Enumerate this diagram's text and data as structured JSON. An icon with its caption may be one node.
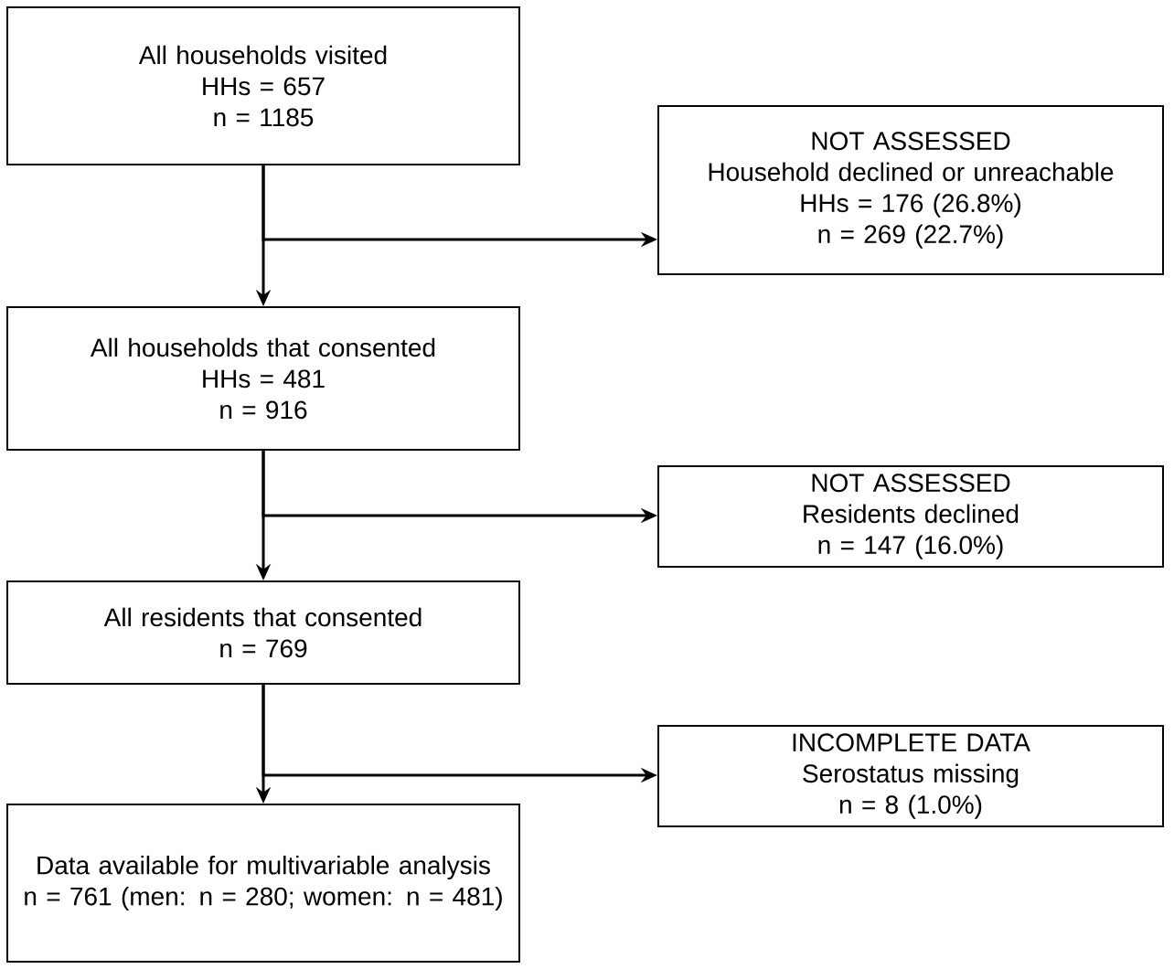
{
  "diagram": {
    "nodes": [
      {
        "text": [
          "All households visited",
          "HHs = 657",
          "n = 1185"
        ]
      },
      {
        "text": [
          "NOT ASSESSED",
          "Household declined or unreachable",
          "HHs = 176 (26.8%)",
          "n = 269 (22.7%)"
        ]
      },
      {
        "text": [
          "All households that consented",
          "HHs = 481",
          "n = 916"
        ]
      },
      {
        "text": [
          "NOT ASSESSED",
          "Residents declined",
          "n = 147 (16.0%)"
        ]
      },
      {
        "text": [
          "All residents that consented",
          "n = 769"
        ]
      },
      {
        "text": [
          "INCOMPLETE DATA",
          "Serostatus missing",
          "n = 8 (1.0%)"
        ]
      },
      {
        "text": [
          "Data available for multivariable analysis",
          "n = 761 (men: n = 280; women: n = 481)"
        ]
      }
    ],
    "edges": [
      {
        "from": 0,
        "to": 2,
        "arrow": "to"
      },
      {
        "from": 0,
        "to": 1,
        "arrow": "to"
      },
      {
        "from": 2,
        "to": 4,
        "arrow": "to"
      },
      {
        "from": 2,
        "to": 3,
        "arrow": "to"
      },
      {
        "from": 4,
        "to": 6,
        "arrow": "to"
      },
      {
        "from": 4,
        "to": 5,
        "arrow": "to"
      }
    ]
  }
}
